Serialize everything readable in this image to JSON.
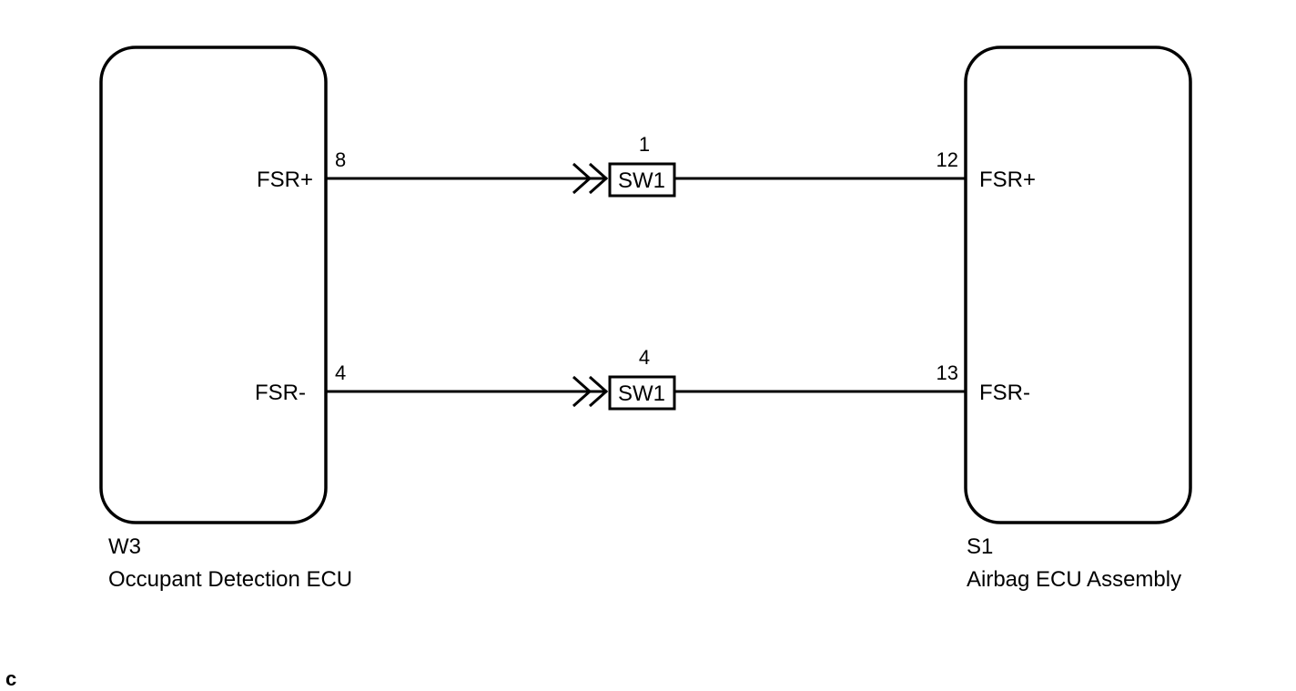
{
  "components": {
    "left": {
      "code": "W3",
      "name": "Occupant Detection ECU"
    },
    "right": {
      "code": "S1",
      "name": "Airbag ECU Assembly"
    }
  },
  "circuits": [
    {
      "left_pin": "8",
      "left_signal": "FSR+",
      "connector": "SW1",
      "connector_pin": "1",
      "right_pin": "12",
      "right_signal": "FSR+"
    },
    {
      "left_pin": "4",
      "left_signal": "FSR-",
      "connector": "SW1",
      "connector_pin": "4",
      "right_pin": "13",
      "right_signal": "FSR-"
    }
  ],
  "corner_mark": "c"
}
